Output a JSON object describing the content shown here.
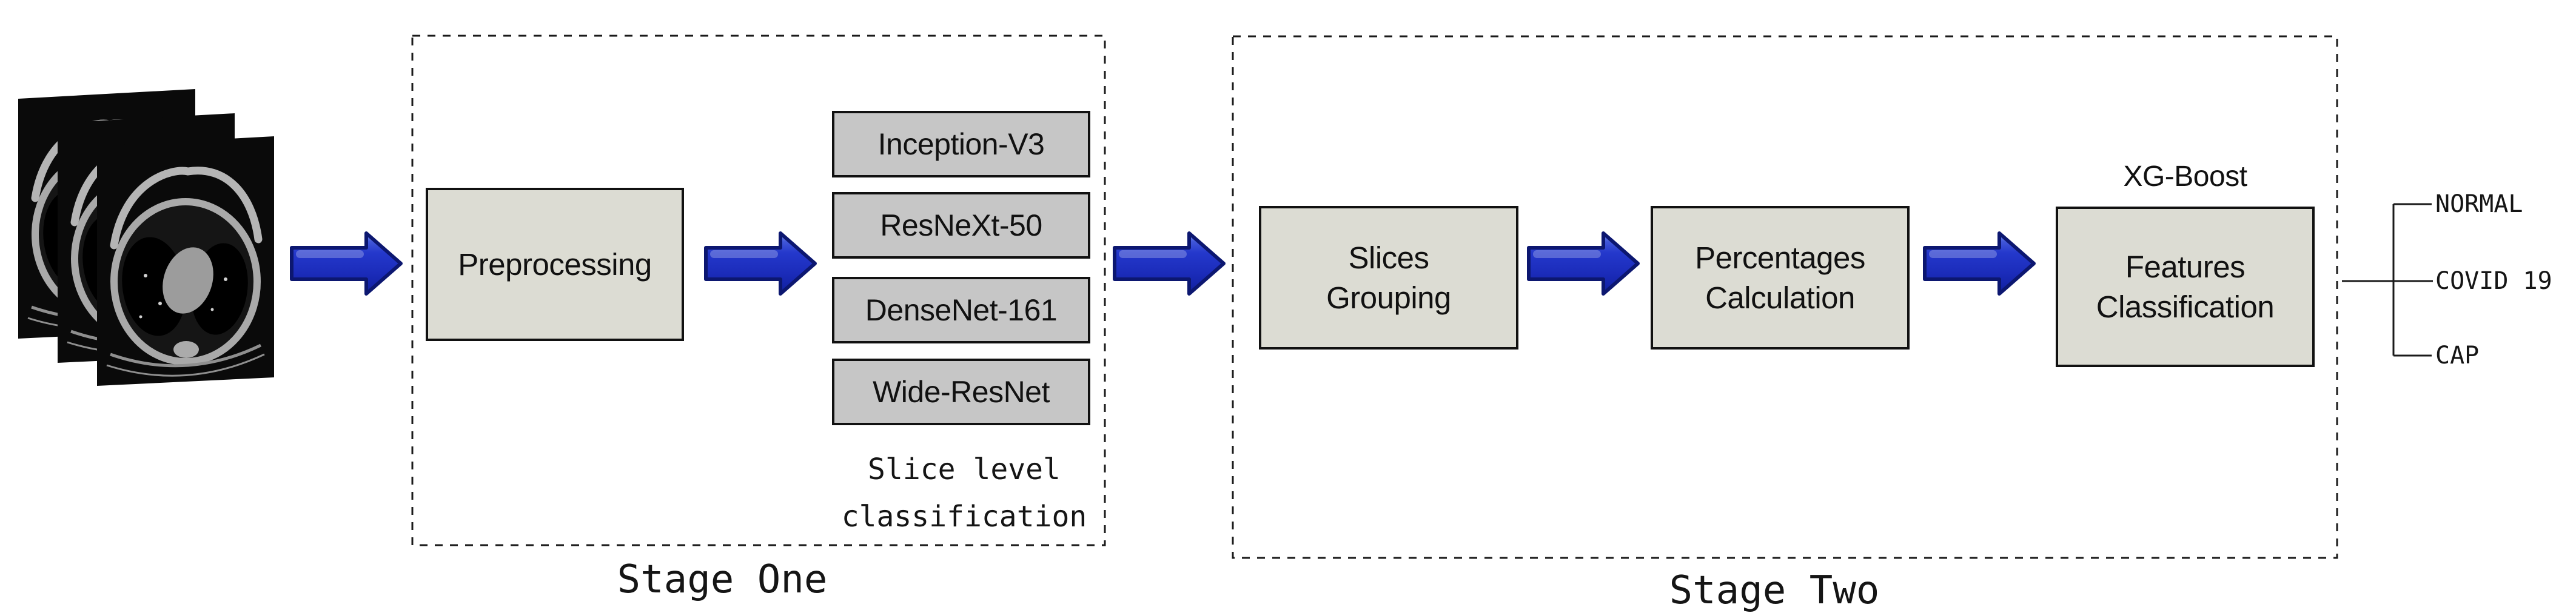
{
  "input": {
    "icon": "ct-scan-stack-icon",
    "slices_count": 3
  },
  "stage_one": {
    "label": "Stage One",
    "preprocessing": "Preprocessing",
    "models": [
      "Inception-V3",
      "ResNeXt-50",
      "DenseNet-161",
      "Wide-ResNet"
    ],
    "caption_line1": "Slice level",
    "caption_line2": "classification"
  },
  "stage_two": {
    "label": "Stage Two",
    "steps": [
      {
        "line1": "Slices",
        "line2": "Grouping"
      },
      {
        "line1": "Percentages",
        "line2": "Calculation"
      },
      {
        "line1": "Features",
        "line2": "Classification"
      }
    ],
    "classifier": "XG-Boost"
  },
  "outputs": [
    "NORMAL",
    "COVID 19",
    "CAP"
  ],
  "icons": {
    "flow_arrow": "block-arrow-right-icon",
    "output_bracket": "output-bracket-lines"
  },
  "colors": {
    "process_box_fill": "#dcdcd3",
    "model_box_fill": "#c6c6c6",
    "box_border": "#111111",
    "arrow_fill": "#2134c4",
    "arrow_border": "#0c1770",
    "line": "#1a1a1a"
  }
}
